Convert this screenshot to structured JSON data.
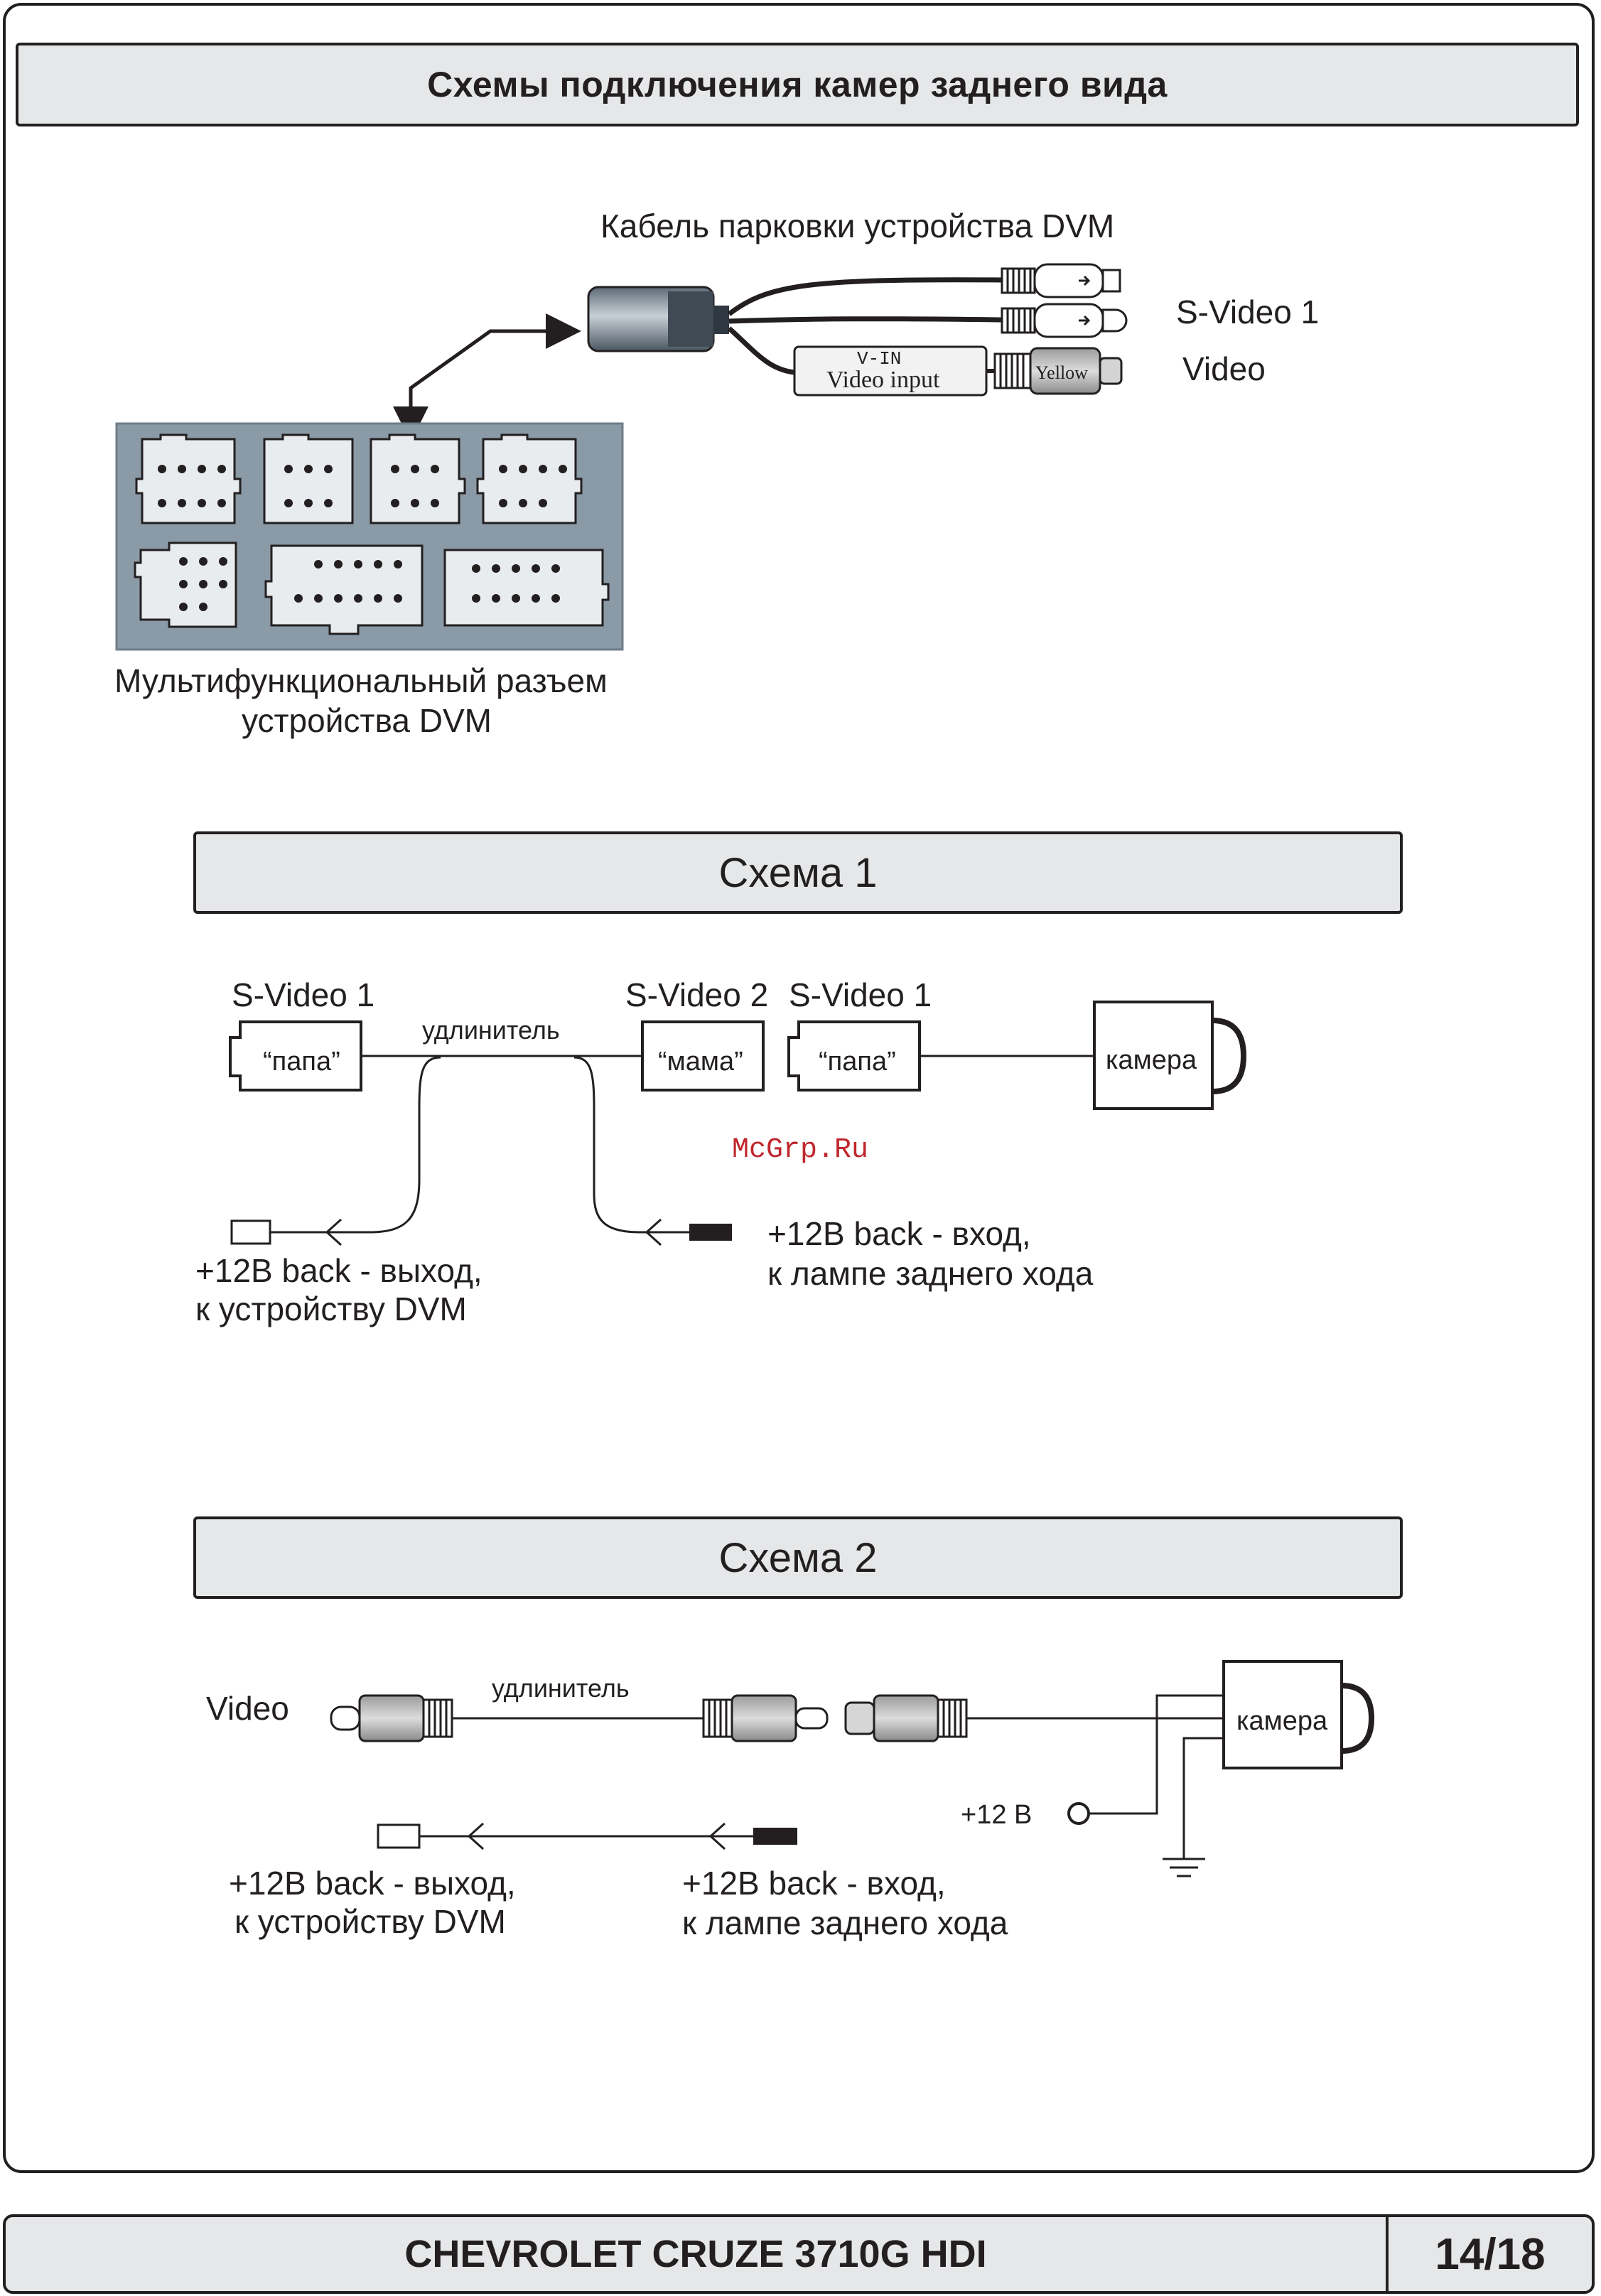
{
  "header": {
    "title": "Схемы подключения камер заднего вида"
  },
  "top": {
    "cable_label": "Кабель парковки устройства DVM",
    "svideo_label": "S-Video 1",
    "video_label": "Video",
    "vin_text": "V-IN",
    "video_input_text": "Video input",
    "yellow_text": "Yellow",
    "connector_caption_line1": "Мультифункциональный разъем",
    "connector_caption_line2": "устройства DVM"
  },
  "scheme1": {
    "title": "Схема 1",
    "svideo1_left": "S-Video 1",
    "svideo2": "S-Video 2",
    "svideo1_right": "S-Video 1",
    "extension": "удлинитель",
    "papa_left": "“папа”",
    "mama": "“мама”",
    "papa_right": "“папа”",
    "camera": "камера",
    "watermark": "McGrp.Ru",
    "out_line1": "+12В back - выход,",
    "out_line2": "к устройству DVM",
    "in_line1": "+12В back - вход,",
    "in_line2": "к лампе заднего хода"
  },
  "scheme2": {
    "title": "Схема 2",
    "video": "Video",
    "extension": "удлинитель",
    "camera": "камера",
    "power": "+12 В",
    "out_line1": "+12В back - выход,",
    "out_line2": "к устройству DVM",
    "in_line1": "+12В back - вход,",
    "in_line2": "к лампе заднего хода"
  },
  "footer": {
    "model": "CHEVROLET CRUZE 3710G HDI",
    "page": "14/18"
  },
  "colors": {
    "band": "#e6e7e8",
    "ink": "#231f20",
    "connector_block": "#8a9aa6",
    "watermark": "#c0272d"
  }
}
